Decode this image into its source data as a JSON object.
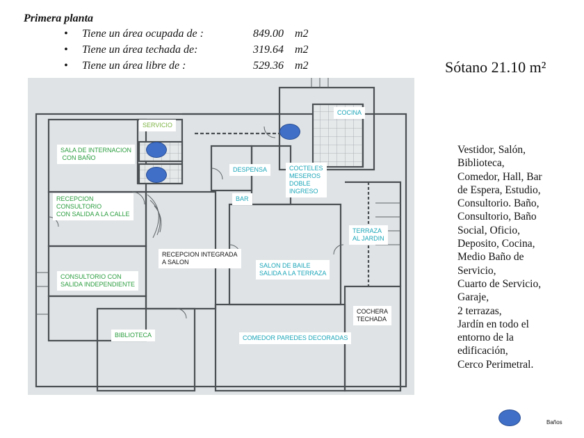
{
  "heading": "Primera planta",
  "areas": [
    {
      "label": "Tiene un área ocupada de :",
      "value": "849.00",
      "unit": "m2"
    },
    {
      "label": "Tiene un área techada de:",
      "value": "319.64",
      "unit": "m2"
    },
    {
      "label": "Tiene  un área libre de :",
      "value": "529.36",
      "unit": "m2"
    }
  ],
  "basement": "Sótano 21.10 m²",
  "features": [
    "Vestidor, Salón,",
    "Biblioteca,",
    "Comedor, Hall, Bar",
    "de Espera, Estudio,",
    "Consultorio. Baño,",
    "Consultorio, Baño",
    "Social, Oficio,",
    "Deposito, Cocina,",
    "Medio Baño de",
    "Servicio,",
    "Cuarto de Servicio,",
    "Garaje,",
    "2 terrazas,",
    "Jardín en todo el",
    "entorno de la",
    "edificación,",
    "Cerco Perimetral."
  ],
  "rooms": {
    "servicio": "SERVICIO",
    "cocina": "COCINA",
    "sala_internacion": "SALA DE INTERNACION\n CON BAÑO",
    "despensa": "DESPENSA",
    "cocteles": "COCTELES\nMESEROS\nDOBLE\nINGRESO",
    "bar": "BAR",
    "recepcion_consultorio": "RECEPCION\nCONSULTORIO\nCON SALIDA A LA CALLE",
    "terraza_jardin": "TERRAZA\nAL JARDIN",
    "recepcion_integrada": "RECEPCION INTEGRADA\nA SALON",
    "salon_baile": "SALON DE BAILE\nSALIDA A LA TERRAZA",
    "consultorio_independiente": "CONSULTORIO CON\nSALIDA INDEPENDIENTE",
    "cochera": "COCHERA\nTECHADA",
    "biblioteca": "BIBLIOTECA",
    "comedor": "COMEDOR PAREDES DECORADAS"
  },
  "legend": {
    "label": "Baños",
    "color": "#3f6fc7"
  },
  "colors": {
    "green": "#2a9d3e",
    "lime": "#7cb342",
    "teal": "#1aa5b8",
    "plan_bg": "#dfe3e5"
  }
}
